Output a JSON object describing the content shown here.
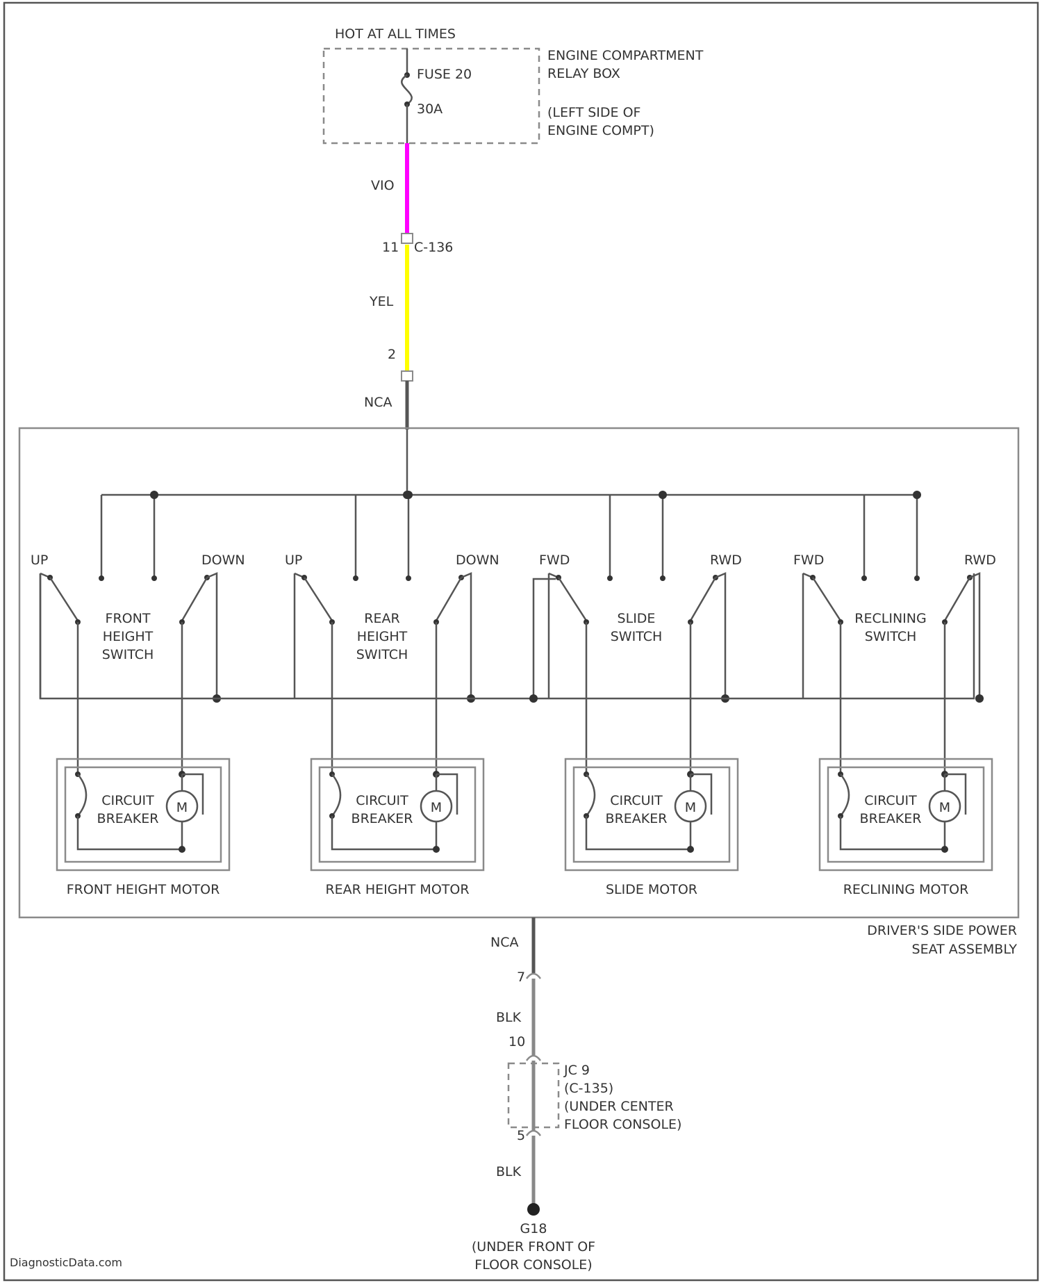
{
  "power_source": {
    "hot_label": "HOT AT ALL TIMES",
    "fuse_name": "FUSE 20",
    "fuse_rating": "30A",
    "relay_box_line1": "ENGINE COMPARTMENT",
    "relay_box_line2": "RELAY BOX",
    "relay_box_line3": "(LEFT SIDE OF",
    "relay_box_line4": "ENGINE COMPT)"
  },
  "upper_wiring": {
    "wire1_color_label": "VIO",
    "wire1_color": "#ff00ff",
    "connector_pin": "11",
    "connector_id": "C-136",
    "wire2_color_label": "YEL",
    "wire2_color": "#ffff00",
    "pin2_label": "2",
    "nca_top": "NCA"
  },
  "switches": [
    {
      "left_label": "UP",
      "right_label": "DOWN",
      "name1": "FRONT",
      "name2": "HEIGHT",
      "name3": "SWITCH"
    },
    {
      "left_label": "UP",
      "right_label": "DOWN",
      "name1": "REAR",
      "name2": "HEIGHT",
      "name3": "SWITCH"
    },
    {
      "left_label": "FWD",
      "right_label": "RWD",
      "name1": "SLIDE",
      "name2": "SWITCH",
      "name3": ""
    },
    {
      "left_label": "FWD",
      "right_label": "RWD",
      "name1": "RECLINING",
      "name2": "SWITCH",
      "name3": ""
    }
  ],
  "motors": [
    {
      "label": "FRONT HEIGHT MOTOR",
      "cb_line1": "CIRCUIT",
      "cb_line2": "BREAKER",
      "motor_symbol": "M"
    },
    {
      "label": "REAR HEIGHT MOTOR",
      "cb_line1": "CIRCUIT",
      "cb_line2": "BREAKER",
      "motor_symbol": "M"
    },
    {
      "label": "SLIDE MOTOR",
      "cb_line1": "CIRCUIT",
      "cb_line2": "BREAKER",
      "motor_symbol": "M"
    },
    {
      "label": "RECLINING MOTOR",
      "cb_line1": "CIRCUIT",
      "cb_line2": "BREAKER",
      "motor_symbol": "M"
    }
  ],
  "assembly": {
    "line1": "DRIVER'S SIDE POWER",
    "line2": "SEAT ASSEMBLY"
  },
  "ground_wiring": {
    "nca_bottom": "NCA",
    "pin_7": "7",
    "blk_1": "BLK",
    "pin_10": "10",
    "jc_line1": "JC 9",
    "jc_line2": "(C-135)",
    "jc_line3": "(UNDER CENTER",
    "jc_line4": "FLOOR CONSOLE)",
    "pin_5": "5",
    "blk_2": "BLK",
    "ground_id": "G18",
    "ground_line1": "(UNDER FRONT OF",
    "ground_line2": "FLOOR CONSOLE)"
  },
  "watermark": "DiagnosticData.com"
}
